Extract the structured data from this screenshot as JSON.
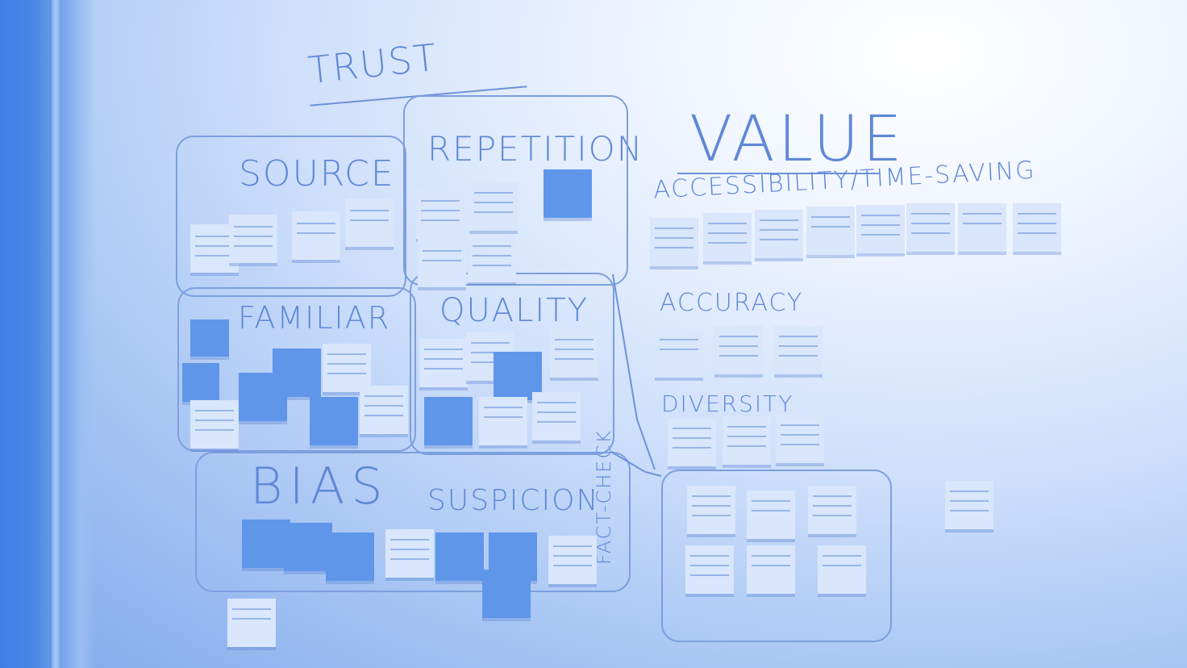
{
  "whiteboard": {
    "headings": {
      "trust": "TRUST",
      "value": "VALUE",
      "source": "SOURCE",
      "repetition": "REPETITION",
      "familiar": "FAMILIAR",
      "quality": "QUALITY",
      "bias": "BIAS",
      "suspicion": "SUSPICION",
      "fact_check": "FACT-CHECK",
      "accessibility": "ACCESSIBILITY/TIME-SAVING",
      "accuracy": "ACCURACY",
      "diversity": "DIVERSITY"
    }
  },
  "colors": {
    "marker": "#5f88d6",
    "sticky_light": "#d9e6fb",
    "sticky_blue": "#5f96ea"
  }
}
